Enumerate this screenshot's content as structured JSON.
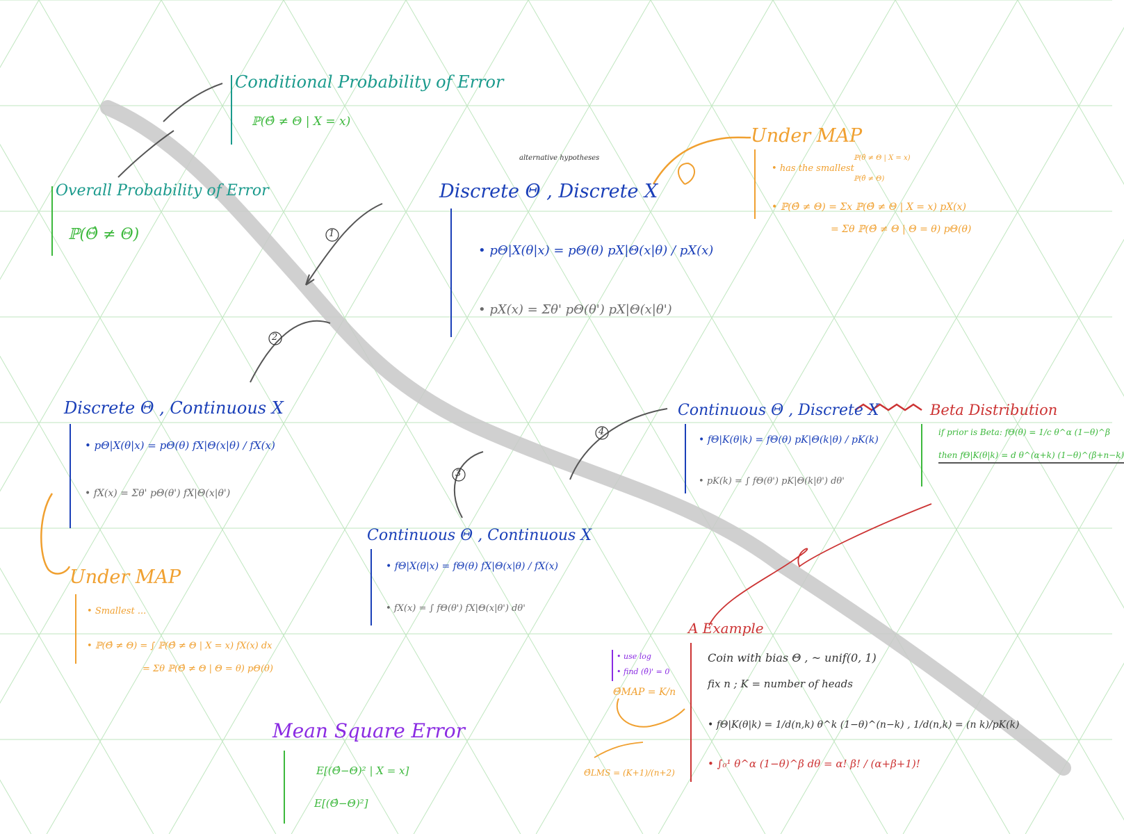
{
  "colors": {
    "teal": "#1a9a8c",
    "green": "#3cb83c",
    "blue": "#1a3fb8",
    "gray": "#6a6a6a",
    "orange": "#f0a030",
    "red": "#cc3333",
    "purple": "#8a2be2",
    "grid": "#bfe6bf",
    "stroke": "#c8c8c8"
  },
  "conditional": {
    "title": "Conditional Probability of Error",
    "formula": "ℙ(Θ̂ ≠ Θ | X = x)"
  },
  "overall": {
    "title": "Overall Probability of Error",
    "formula": "ℙ(Θ̂ ≠ Θ)"
  },
  "discrete_discrete": {
    "note": "alternative hypotheses",
    "title": "Discrete Θ , Discrete X",
    "posterior": "pΘ|X(θ|x) = pΘ(θ) pX|Θ(x|θ) / pX(x)",
    "marginal": "pX(x) = Σθ' pΘ(θ') pX|Θ(x|θ')"
  },
  "under_map_top": {
    "title": "Under MAP",
    "smallest": "has the smallest",
    "option_a": "ℙ(θ̂ ≠ Θ | X = x)",
    "option_b": "ℙ(θ̂ ≠ Θ)",
    "error_line1": "ℙ(Θ̂ ≠ Θ) = Σx ℙ(Θ̂ ≠ Θ | X = x) pX(x)",
    "error_line2": "= Σθ ℙ(Θ̂ ≠ Θ | Θ = θ) pΘ(θ)"
  },
  "markers": [
    "1",
    "2",
    "3",
    "4"
  ],
  "discrete_continuous": {
    "title": "Discrete Θ , Continuous X",
    "posterior": "pΘ|X(θ|x) = pΘ(θ) fX|Θ(x|θ) / fX(x)",
    "marginal": "fX(x) = Σθ' pΘ(θ') fX|Θ(x|θ')"
  },
  "under_map_bottom": {
    "title": "Under MAP",
    "smallest": "Smallest ...",
    "error_line1": "ℙ(Θ̂ ≠ Θ) = ∫ ℙ(Θ̂ ≠ Θ | X = x) fX(x) dx",
    "error_line2": "= Σθ ℙ(Θ̂ ≠ Θ | Θ = θ) pΘ(θ)"
  },
  "continuous_discrete": {
    "title": "Continuous Θ , Discrete X",
    "posterior": "fΘ|K(θ|k) = fΘ(θ) pK|Θ(k|θ) / pK(k)",
    "marginal": "pK(k) = ∫ fΘ(θ') pK|Θ(k|θ') dθ'"
  },
  "beta": {
    "title": "Beta Distribution",
    "line1": "if prior is Beta: fΘ(θ) = 1/c θ^α (1−θ)^β",
    "line2": "then fΘ|K(θ|k) = d θ^(α+k) (1−θ)^(β+n−k)"
  },
  "continuous_continuous": {
    "title": "Continuous Θ , Continuous X",
    "posterior": "fΘ|X(θ|x) = fΘ(θ) fX|Θ(x|θ) / fX(x)",
    "marginal": "fX(x) = ∫ fΘ(θ') fX|Θ(x|θ') dθ'"
  },
  "example": {
    "title": "A Example",
    "line1": "Coin with bias Θ , ~ unif(0, 1)",
    "line2": "fix n ; K = number of heads",
    "line3": "fΘ|K(θ|k) = 1/d(n,k) θ^k (1−θ)^(n−k) ,  1/d(n,k) = (n k)/pK(k)",
    "line4": "∫₀¹ θ^α (1−θ)^β dθ = α! β! / (α+β+1)!"
  },
  "map_estimate": {
    "hint1": "use log",
    "hint2": "find (θ̂)' = 0",
    "map": "Θ̂MAP = K/n",
    "lms": "Θ̂LMS = (K+1)/(n+2)"
  },
  "mse": {
    "title": "Mean Square Error",
    "line1": "E[(Θ̂−Θ)² | X = x]",
    "line2": "E[(Θ̂−Θ)²]"
  }
}
